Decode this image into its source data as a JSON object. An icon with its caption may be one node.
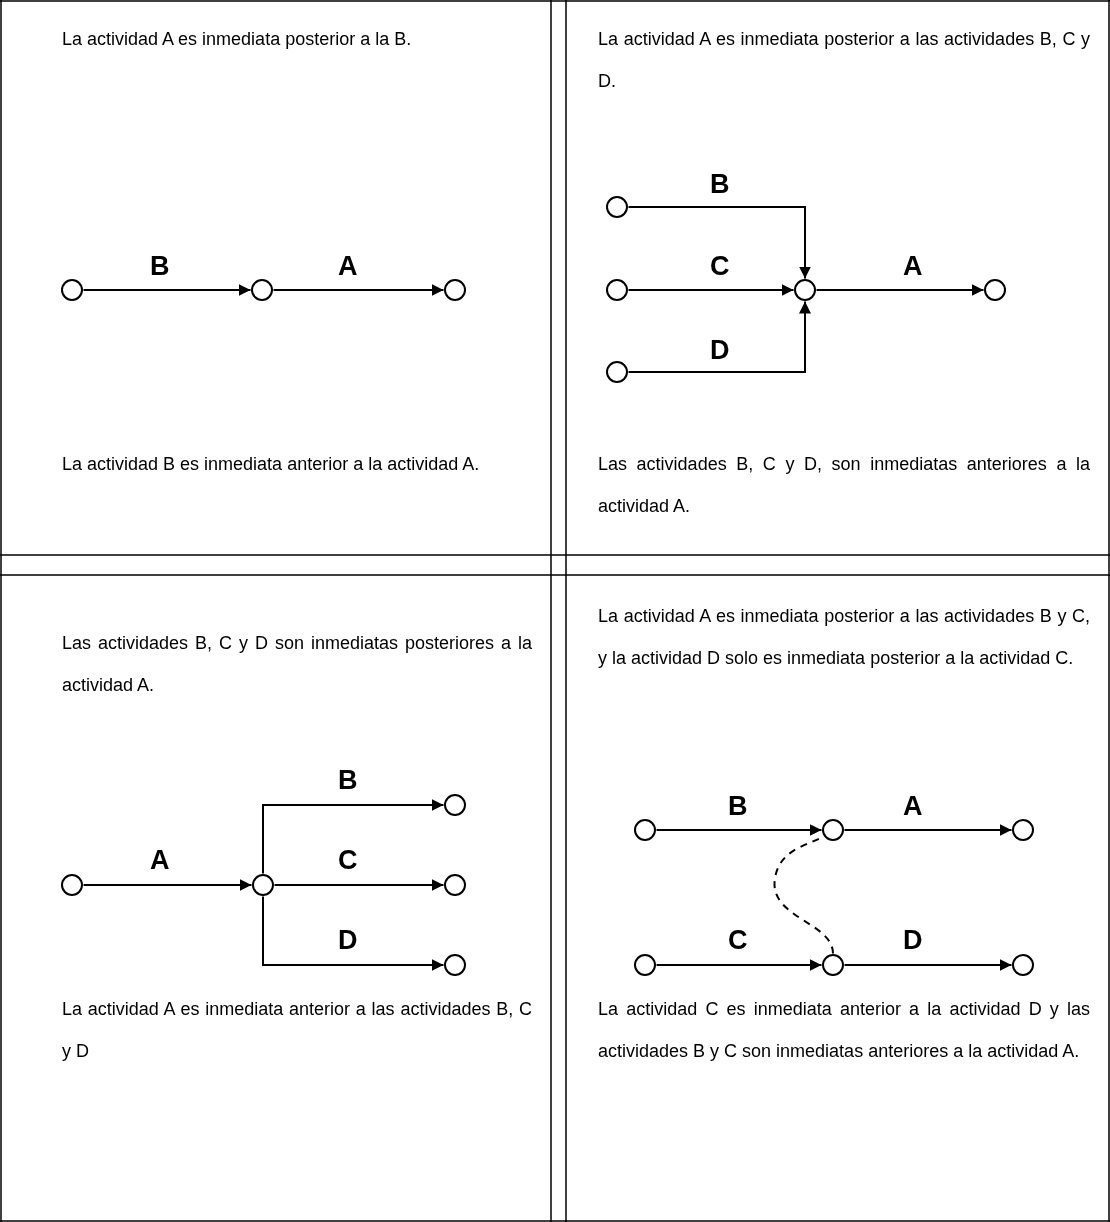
{
  "diagram": {
    "nodes": [
      {
        "text": [],
        "shape": "circle"
      },
      {
        "text": [],
        "shape": "circle"
      },
      {
        "text": [],
        "shape": "circle"
      },
      {
        "text": [],
        "shape": "circle"
      },
      {
        "text": [],
        "shape": "circle"
      },
      {
        "text": [],
        "shape": "circle"
      },
      {
        "text": [],
        "shape": "circle"
      },
      {
        "text": [],
        "shape": "circle"
      },
      {
        "text": [],
        "shape": "circle"
      },
      {
        "text": [],
        "shape": "circle"
      },
      {
        "text": [],
        "shape": "circle"
      },
      {
        "text": [],
        "shape": "circle"
      },
      {
        "text": [],
        "shape": "circle"
      },
      {
        "text": [],
        "shape": "circle"
      },
      {
        "text": [],
        "shape": "circle"
      },
      {
        "text": [],
        "shape": "circle"
      },
      {
        "text": [],
        "shape": "circle"
      },
      {
        "text": [],
        "shape": "circle"
      },
      {
        "text": [],
        "shape": "circle"
      }
    ],
    "edges": [
      {
        "from": 0,
        "to": 1,
        "arrow": "to",
        "label": "B"
      },
      {
        "from": 1,
        "to": 2,
        "arrow": "to",
        "label": "A"
      },
      {
        "from": 3,
        "to": 5,
        "arrow": "to",
        "label": "B"
      },
      {
        "from": 4,
        "to": 5,
        "arrow": "to",
        "label": "C"
      },
      {
        "from": 7,
        "to": 5,
        "arrow": "to",
        "label": "D"
      },
      {
        "from": 5,
        "to": 6,
        "arrow": "to",
        "label": "A"
      },
      {
        "from": 9,
        "to": 10,
        "arrow": "to",
        "label": "A"
      },
      {
        "from": 10,
        "to": 8,
        "arrow": "to",
        "label": "B"
      },
      {
        "from": 10,
        "to": 11,
        "arrow": "to",
        "label": "C"
      },
      {
        "from": 10,
        "to": 12,
        "arrow": "to",
        "label": "D"
      },
      {
        "from": 13,
        "to": 14,
        "arrow": "to",
        "label": "B"
      },
      {
        "from": 14,
        "to": 15,
        "arrow": "to",
        "label": "A"
      },
      {
        "from": 16,
        "to": 17,
        "arrow": "to",
        "label": "C"
      },
      {
        "from": 17,
        "to": 18,
        "arrow": "to",
        "label": "D"
      },
      {
        "from": 17,
        "to": 14,
        "arrow": "none",
        "style": "dashed"
      }
    ],
    "labels": [
      "La actividad A es inmediata posterior a la B.",
      "La actividad A es inmediata posterior a las actividades B, C y D.",
      "La actividad B es inmediata anterior a la actividad A.",
      "Las actividades B, C y D, son inmediatas anteriores a la actividad A.",
      "Las actividades B, C y D son inmediatas posteriores a la actividad A.",
      "La actividad A es inmediata posterior a las actividades B y C, y la actividad D solo es inmediata posterior a la actividad C.",
      "La actividad A es inmediata anterior a las actividades B, C y D",
      "La actividad C es inmediata anterior a la actividad D y las actividades B y C son inmediatas anteriores a la actividad A."
    ]
  }
}
